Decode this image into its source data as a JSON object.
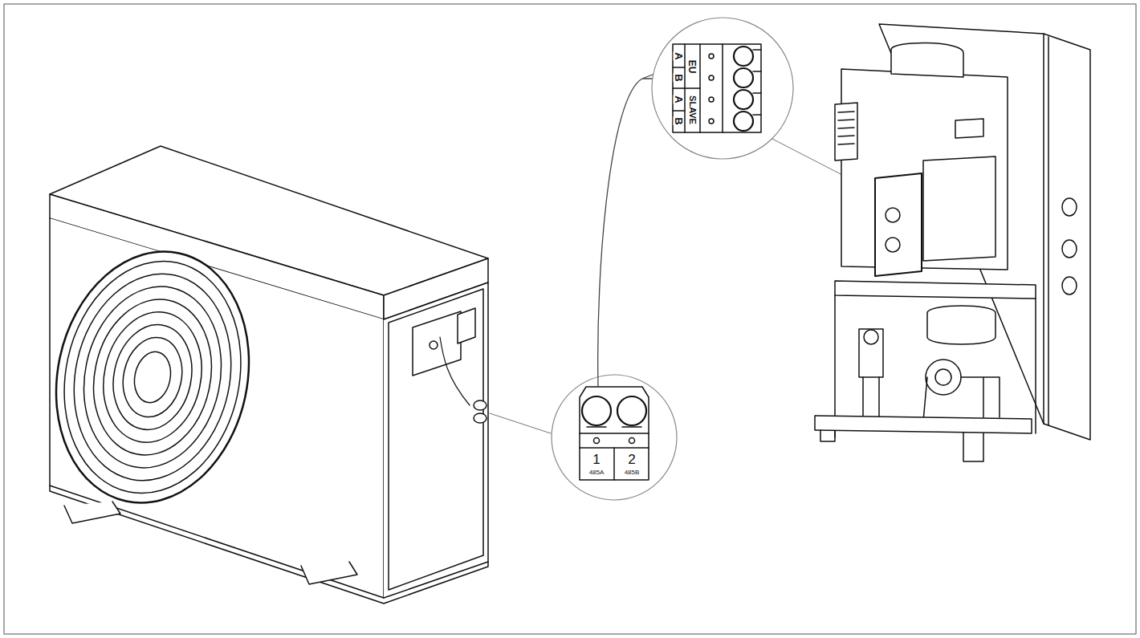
{
  "diagram": {
    "labels": [
      "EU",
      "SLAVE",
      "A",
      "B",
      "A",
      "B",
      "1",
      "485A",
      "2",
      "485B"
    ]
  }
}
